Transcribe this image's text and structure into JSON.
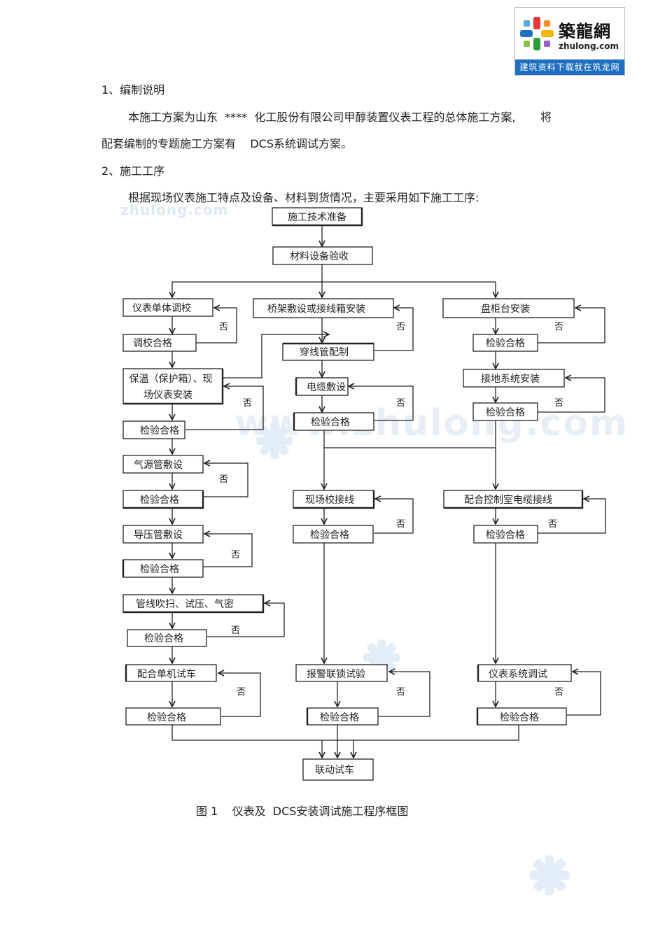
{
  "logo": {
    "cn": "築龍網",
    "en": "zhulong.com",
    "bar": "建筑资料下载就在筑龙网"
  },
  "watermark": {
    "small": "zhulong.com",
    "large": "www.zhulong.com"
  },
  "section1": {
    "heading": "1、编制说明",
    "para_line1": "本施工方案为山东  ****  化工股份有限公司甲醇装置仪表工程的总体施工方案,       将",
    "para_line2": "配套编制的专题施工方案有    DCS系统调试方案。"
  },
  "section2": {
    "heading": "2、施工工序",
    "intro": "根据现场仪表施工特点及设备、材料到货情况，主要采用如下施工工序:"
  },
  "flow": {
    "top": [
      "施工技术准备",
      "材料设备验收"
    ],
    "left": [
      "仪表单体调校",
      "调校合格",
      "保温（保护箱）、现",
      "场仪表安装",
      "检验合格",
      "气源管敷设",
      "检验合格",
      "导压管敷设",
      "检验合格",
      "管线吹扫、试压、气密",
      "检验合格",
      "配合单机试车",
      "检验合格"
    ],
    "middle": [
      "桥架敷设或接线箱安装",
      "穿线管配制",
      "电缆敷设",
      "检验合格",
      "现场校接线",
      "检验合格",
      "报警联锁试验",
      "检验合格"
    ],
    "right": [
      "盘柜台安装",
      "检验合格",
      "接地系统安装",
      "检验合格",
      "配合控制室电缆接线",
      "检验合格",
      "仪表系统调试",
      "检验合格"
    ],
    "final": "联动试车",
    "no_label": "否"
  },
  "caption": "图 1    仪表及  DCS安装调试施工程序框图"
}
